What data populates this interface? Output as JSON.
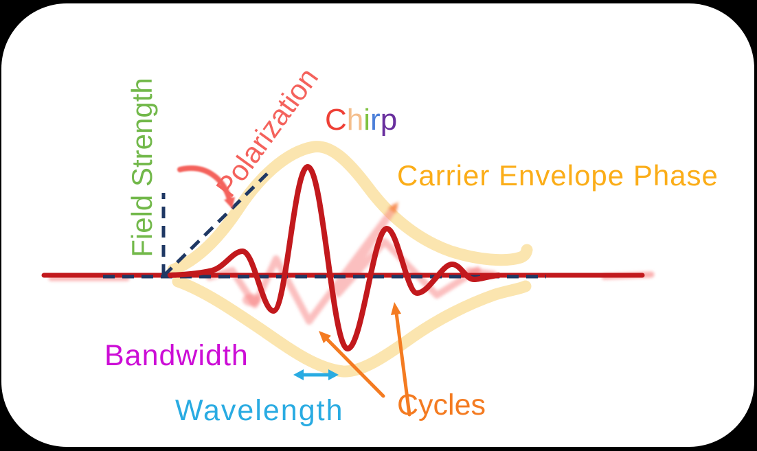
{
  "scene": {
    "background": "#000000",
    "card_color": "#FFFFFF"
  },
  "labels": {
    "field_strength": {
      "text": "Field Strength",
      "color": "#72B84A"
    },
    "polarization": {
      "text": "Polarization",
      "color": "#F4625C"
    },
    "chirp": {
      "letters": [
        {
          "char": "C",
          "color": "#EE4036"
        },
        {
          "char": "h",
          "color": "#F4BE8C"
        },
        {
          "char": "i",
          "color": "#7FC241"
        },
        {
          "char": "r",
          "color": "#4B7FD9"
        },
        {
          "char": "p",
          "color": "#692F9E"
        }
      ]
    },
    "carrier_envelope_phase": {
      "text": "Carrier Envelope Phase",
      "color": "#FBAD18"
    },
    "bandwidth": {
      "text": "Bandwidth",
      "color": "#CC0DD6"
    },
    "wavelength": {
      "text": "Wavelength",
      "color": "#29ABE2"
    },
    "cycles": {
      "text": "Cycles",
      "color": "#F47B21"
    }
  },
  "colors": {
    "axis_navy": "#1F3864",
    "carrier_red": "#C2191D",
    "envelope_cream": "#FBE5AF",
    "chirp_pink": "#F87F7F",
    "chirp_arrow_tip": "#F78E4E",
    "polarization_arrow": "#F4625C",
    "wavelength_arrow": "#29ABE2",
    "cycles_arrow": "#F47B21"
  }
}
